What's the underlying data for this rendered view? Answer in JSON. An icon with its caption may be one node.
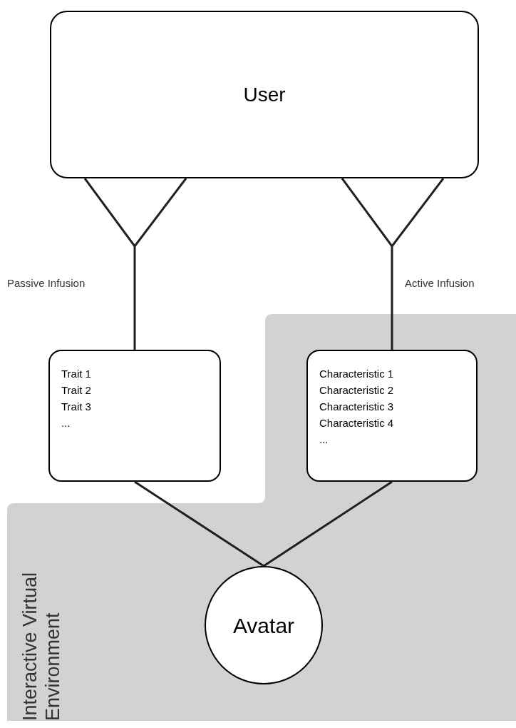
{
  "diagram": {
    "nodes": [
      {
        "text": [
          "User"
        ]
      },
      {
        "text": [
          "Interactive Virtual Environment"
        ]
      },
      {
        "text": [
          "Trait 1",
          "Trait 2",
          "Trait 3",
          "..."
        ]
      },
      {
        "text": [
          "Characteristic 1",
          "Characteristic 2",
          "Characteristic 3",
          "Characteristic 4",
          "..."
        ],
        "in": 1
      },
      {
        "text": [
          "Avatar"
        ],
        "in": 1
      }
    ],
    "edges": [
      {
        "from": 0,
        "to": 2,
        "arrow": "none",
        "label": "Passive Infusion"
      },
      {
        "from": 0,
        "to": 3,
        "arrow": "none",
        "label": "Active Infusion"
      },
      {
        "from": 2,
        "to": 4,
        "arrow": "none"
      },
      {
        "from": 3,
        "to": 4,
        "arrow": "none"
      }
    ]
  }
}
